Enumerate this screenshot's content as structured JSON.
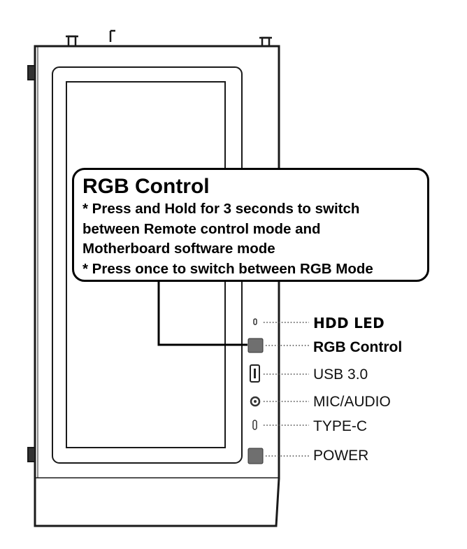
{
  "callout": {
    "title": "RGB Control",
    "lines": [
      "* Press and Hold for 3 seconds to switch",
      "between Remote control mode and",
      "Motherboard software mode",
      "* Press once to switch between RGB Mode"
    ]
  },
  "ports": [
    {
      "label": "HDD LED",
      "icon": "hdd-led-icon",
      "emphasis": "bold"
    },
    {
      "label": "RGB Control",
      "icon": "rgb-control-button-icon",
      "emphasis": "bold"
    },
    {
      "label": "USB 3.0",
      "icon": "usb-port-icon",
      "emphasis": "normal"
    },
    {
      "label": "MIC/AUDIO",
      "icon": "audio-jack-icon",
      "emphasis": "normal"
    },
    {
      "label": "TYPE-C",
      "icon": "type-c-port-icon",
      "emphasis": "normal"
    },
    {
      "label": "POWER",
      "icon": "power-button-icon",
      "emphasis": "normal"
    }
  ],
  "colors": {
    "outline": "#1a1a1a",
    "button_fill": "#6f6f6f",
    "leader_line": "#444444"
  }
}
